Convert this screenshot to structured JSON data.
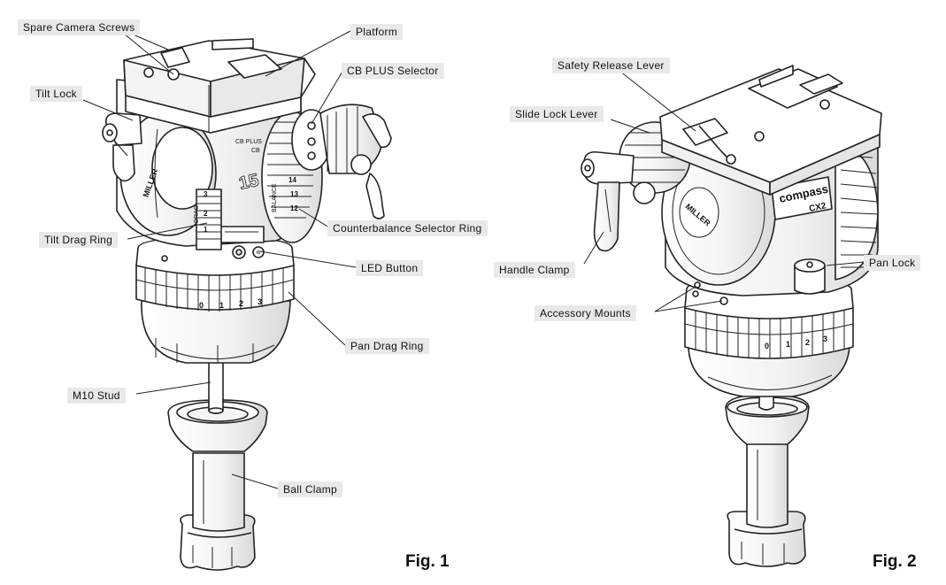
{
  "figure1": {
    "label": "Fig. 1",
    "callouts": {
      "spare_camera_screws": "Spare Camera Screws",
      "platform": "Platform",
      "tilt_lock": "Tilt Lock",
      "cb_plus_selector": "CB PLUS Selector",
      "counterbalance_selector_ring": "Counterbalance Selector Ring",
      "tilt_drag_ring": "Tilt Drag Ring",
      "led_button": "LED Button",
      "pan_drag_ring": "Pan Drag Ring",
      "m10_stud": "M10 Stud",
      "ball_clamp": "Ball Clamp"
    },
    "markings": {
      "brand": "MILLER",
      "model_number": "15",
      "cb_plus_mark": "CB PLUS",
      "cb_mark": "CB",
      "drag_mark": "DRAG",
      "balance_mark": "BALANCE",
      "balance_values": [
        "14",
        "13",
        "12"
      ],
      "tilt_drag_values": [
        "3",
        "2",
        "1"
      ],
      "pan_drag_values": [
        "0",
        "1",
        "2",
        "3"
      ]
    }
  },
  "figure2": {
    "label": "Fig. 2",
    "callouts": {
      "safety_release_lever": "Safety Release Lever",
      "slide_lock_lever": "Slide Lock Lever",
      "handle_clamp": "Handle Clamp",
      "pan_lock": "Pan Lock",
      "accessory_mounts": "Accessory Mounts"
    },
    "markings": {
      "brand": "MILLER",
      "product_name": "compass",
      "product_code": "CX2",
      "pan_drag_values": [
        "0",
        "1",
        "2",
        "3"
      ]
    }
  }
}
